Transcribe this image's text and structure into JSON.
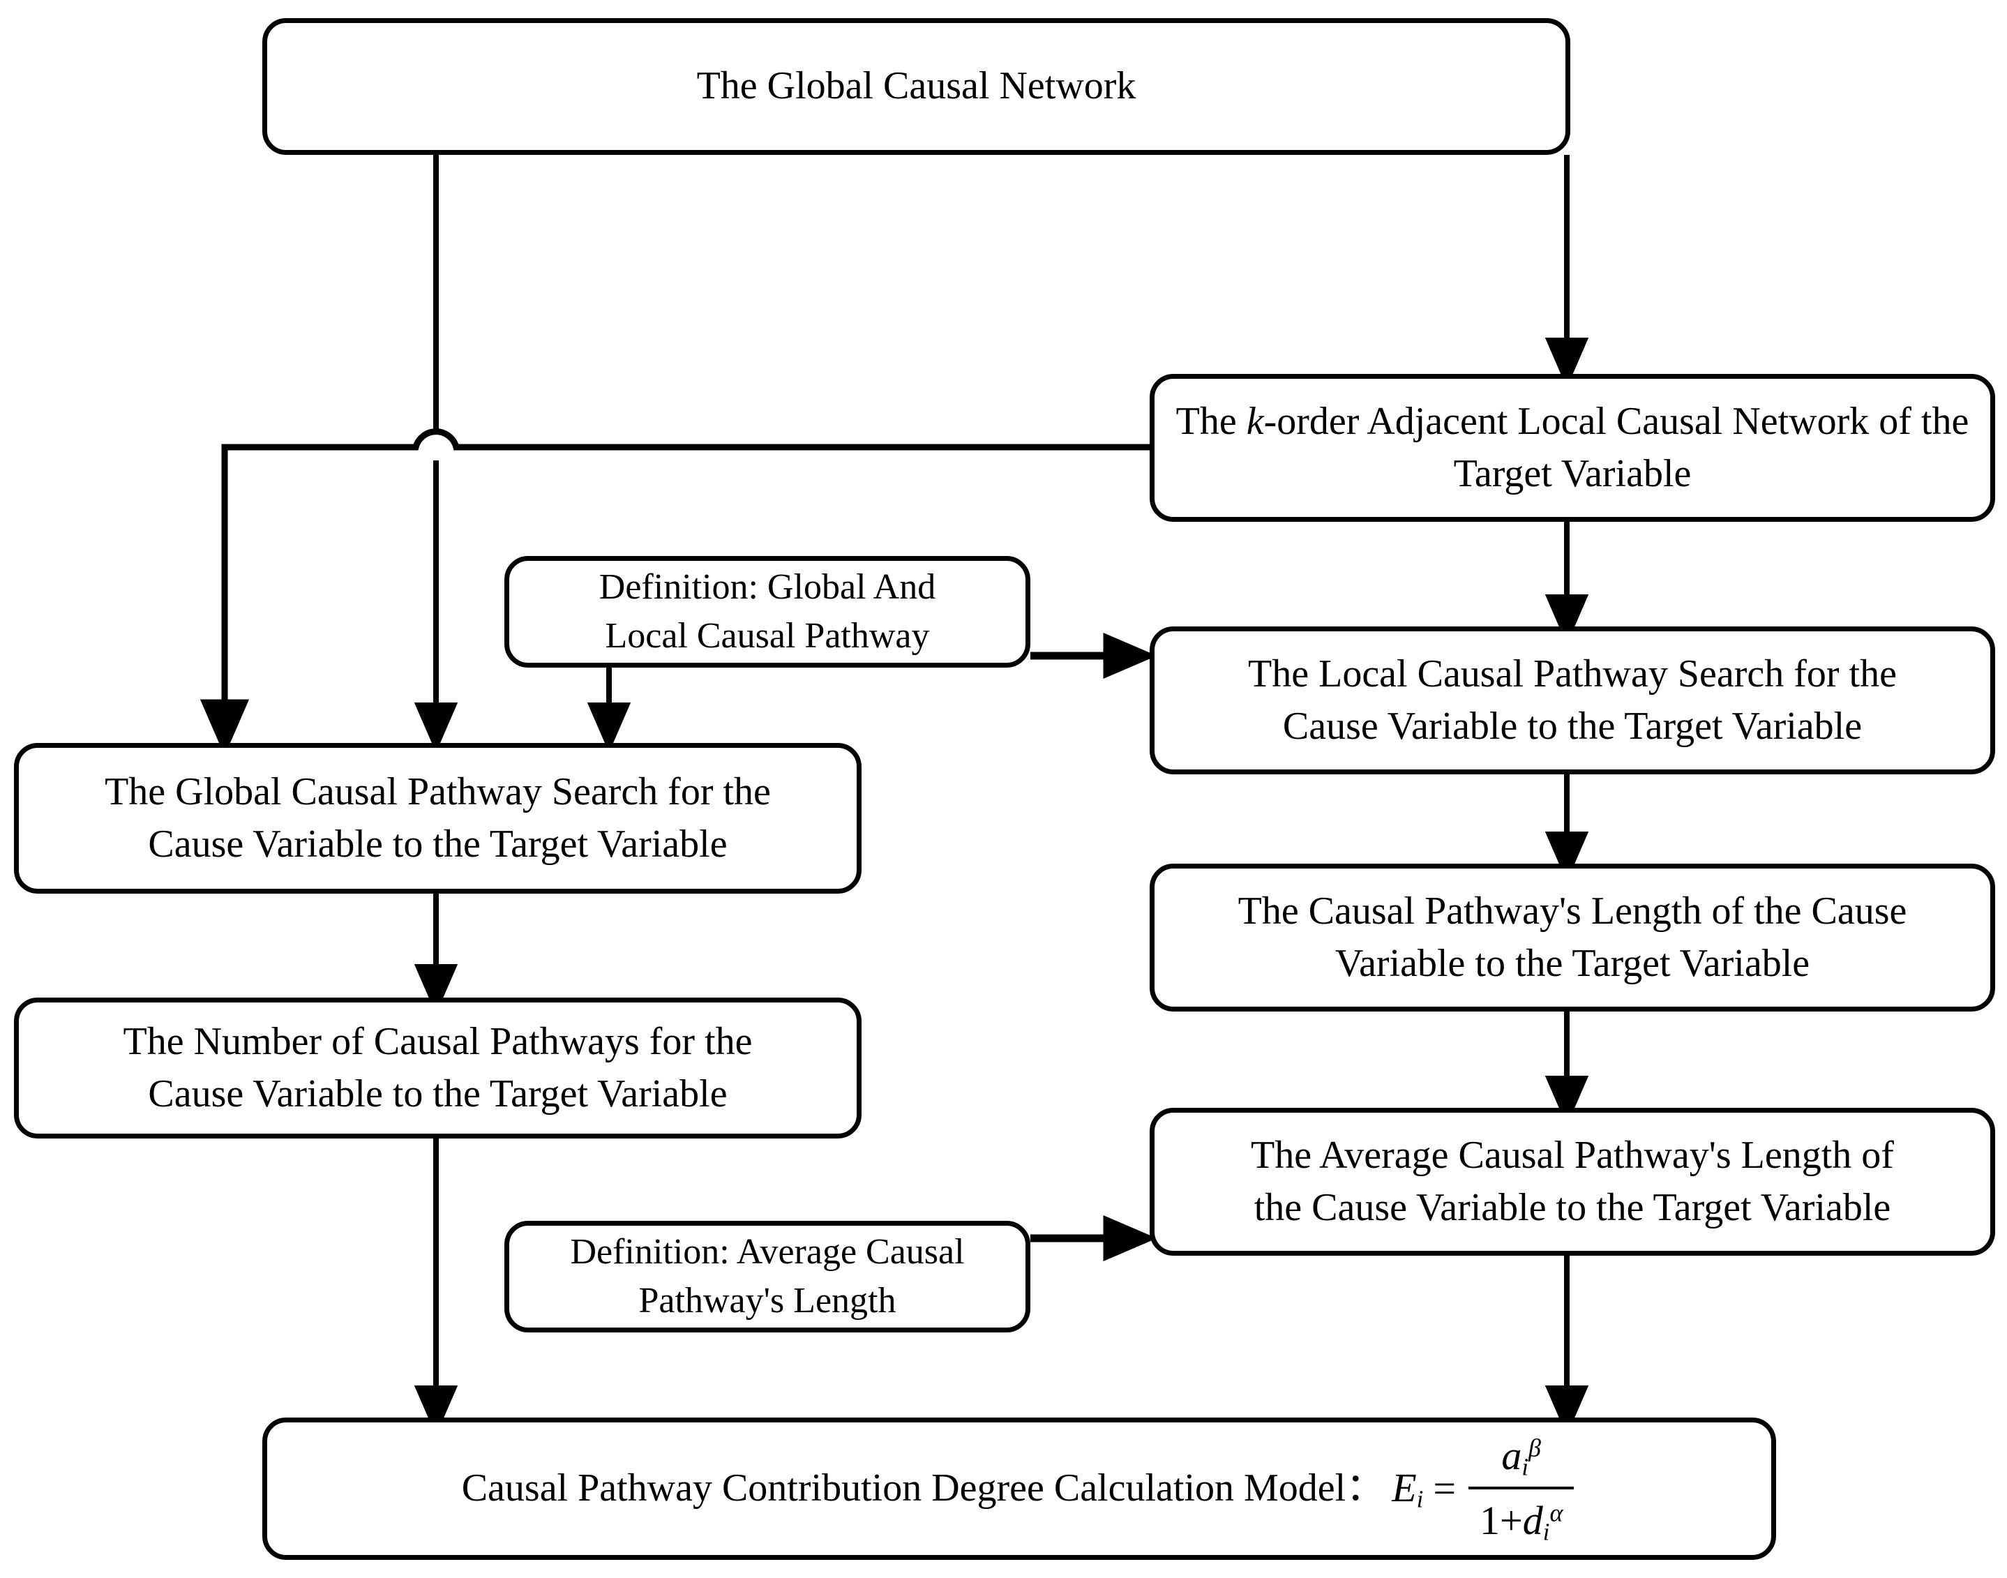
{
  "diagram": {
    "title": "Causal Pathway Contribution Degree Calculation Flowchart",
    "stroke_color": "#000000",
    "background_color": "#ffffff",
    "nodes": {
      "global_causal_network": "The Global Causal Network",
      "k_order_network_pre": "The ",
      "k_order_network_italic": "k",
      "k_order_network_post": "-order Adjacent Local Causal Network of the Target Variable",
      "definition_global_local_pathway_line1": "Definition: Global And",
      "definition_global_local_pathway_line2": "Local Causal Pathway",
      "local_pathway_search_line1": "The Local Causal Pathway Search for the",
      "local_pathway_search_line2": "Cause Variable to the Target Variable",
      "global_pathway_search_line1": "The Global Causal Pathway Search for the",
      "global_pathway_search_line2": "Cause Variable to the Target Variable",
      "pathway_length_line1": "The Causal Pathway's Length of the Cause",
      "pathway_length_line2": "Variable to the Target Variable",
      "number_of_pathways_line1": "The Number of Causal Pathways for the",
      "number_of_pathways_line2": "Cause Variable to the Target Variable",
      "average_pathway_length_line1": "The Average Causal Pathway's Length of",
      "average_pathway_length_line2": "the Cause Variable to the Target Variable",
      "definition_average_length_line1": "Definition: Average Causal",
      "definition_average_length_line2": "Pathway's Length",
      "model_label": "Causal Pathway Contribution Degree Calculation Model：",
      "model_formula": {
        "lhs_var": "E",
        "lhs_sub": "i",
        "equals": "=",
        "numerator_var": "a",
        "numerator_sub": "i",
        "numerator_sup": "β",
        "denominator_one": "1+",
        "denominator_var": "d",
        "denominator_sub": "i",
        "denominator_sup": "α"
      }
    },
    "edges": [
      {
        "from": "global_causal_network",
        "to": "k_order_network",
        "style": "arrow"
      },
      {
        "from": "global_causal_network",
        "to": "global_pathway_search",
        "style": "arrow"
      },
      {
        "from": "k_order_network",
        "to": "global_pathway_search",
        "style": "arrow-with-hop"
      },
      {
        "from": "k_order_network",
        "to": "local_pathway_search",
        "style": "arrow"
      },
      {
        "from": "definition_global_local_pathway",
        "to": "local_pathway_search",
        "style": "arrow"
      },
      {
        "from": "definition_global_local_pathway",
        "to": "global_pathway_search",
        "style": "arrow"
      },
      {
        "from": "local_pathway_search",
        "to": "pathway_length",
        "style": "arrow"
      },
      {
        "from": "global_pathway_search",
        "to": "number_of_pathways",
        "style": "arrow"
      },
      {
        "from": "pathway_length",
        "to": "average_pathway_length",
        "style": "arrow"
      },
      {
        "from": "definition_average_length",
        "to": "average_pathway_length",
        "style": "arrow"
      },
      {
        "from": "number_of_pathways",
        "to": "model",
        "style": "arrow"
      },
      {
        "from": "average_pathway_length",
        "to": "model",
        "style": "arrow"
      }
    ]
  }
}
